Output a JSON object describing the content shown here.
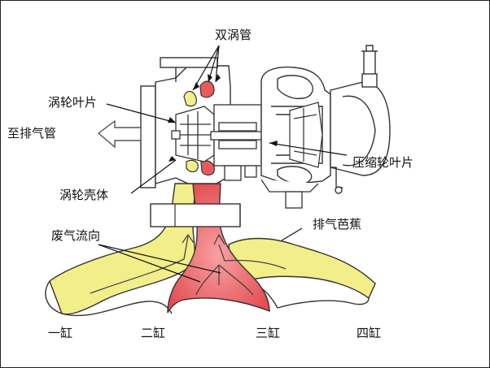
{
  "labels": {
    "twin_scroll": "双涡管",
    "turbine_blade": "涡轮叶片",
    "to_exhaust_pipe": "至排气管",
    "compressor_blade": "压缩轮叶片",
    "turbine_housing": "涡轮壳体",
    "exhaust_flow": "废气流向",
    "exhaust_manifold": "排气芭蕉"
  },
  "cylinders": [
    "一缸",
    "二缸",
    "三缸",
    "四缸"
  ],
  "colors": {
    "yellow_flow": "#f2ef8a",
    "red_flow": "#e85a5e",
    "line": "#333333"
  }
}
